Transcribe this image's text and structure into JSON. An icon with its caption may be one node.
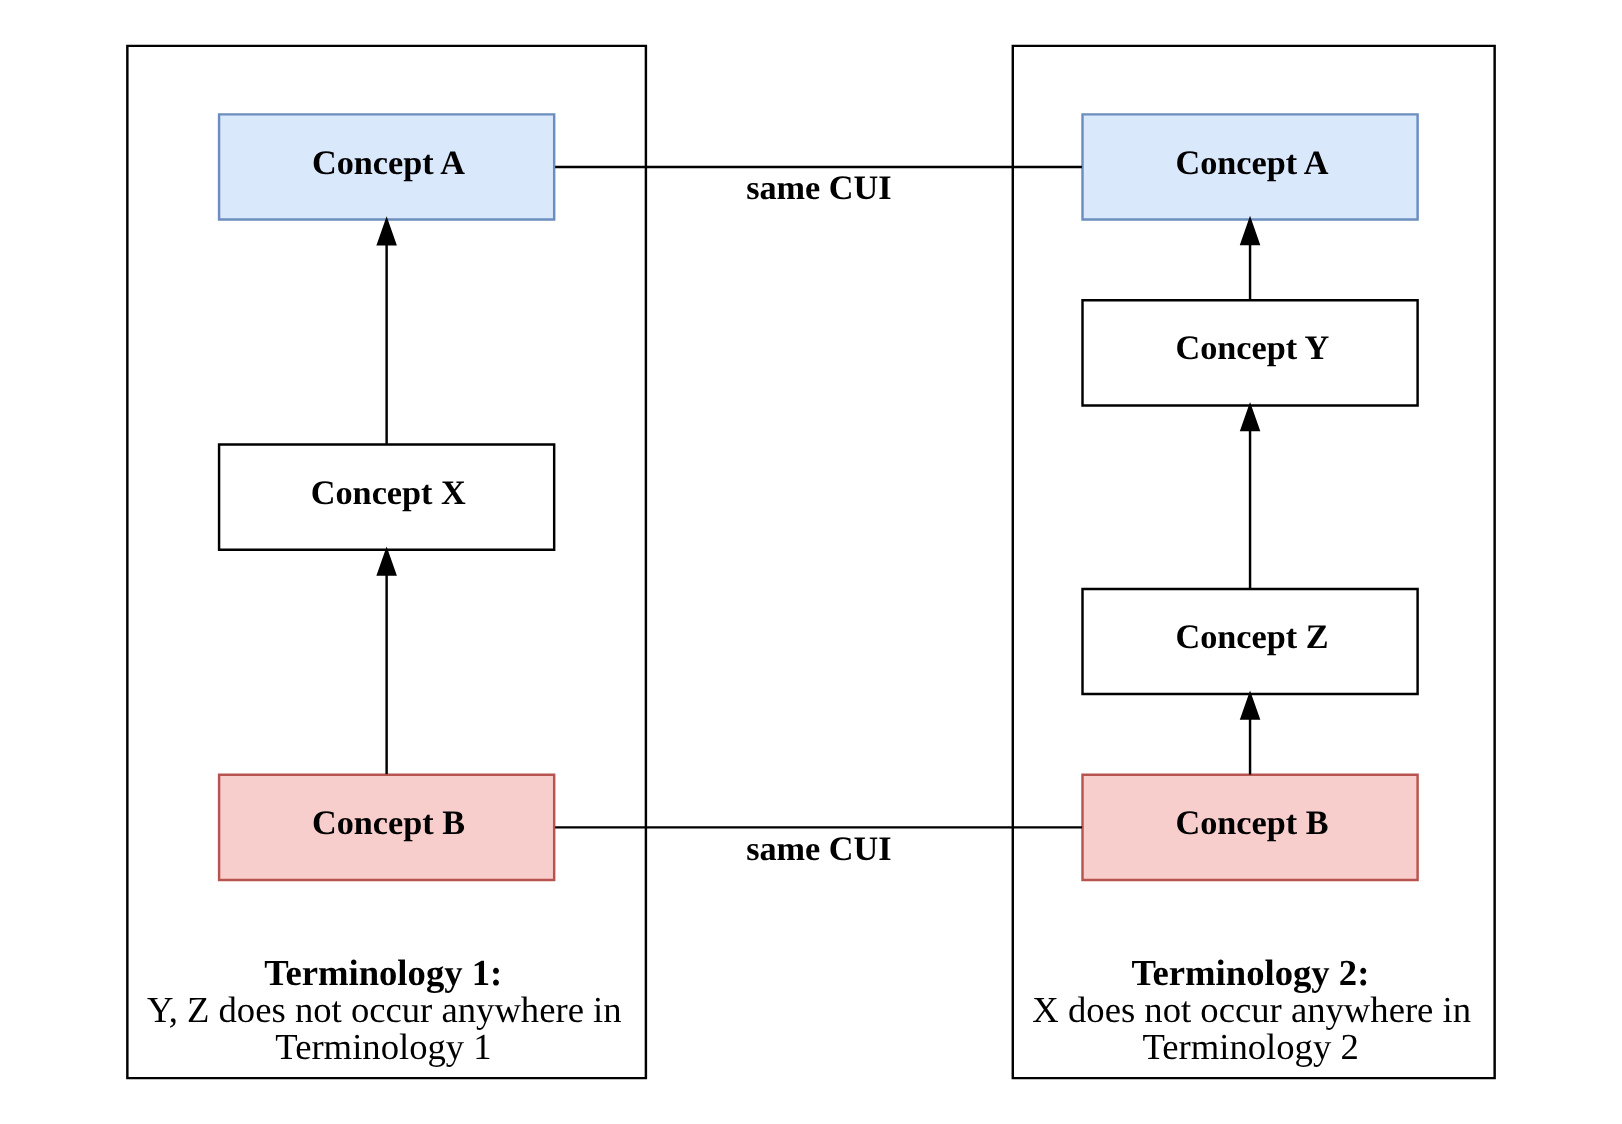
{
  "diagram": {
    "nodes": [
      {
        "text": [
          "Terminology 1:",
          "Y, Z does not occur anywhere in Terminology 1"
        ]
      },
      {
        "text": [
          "Concept A"
        ],
        "in": 0
      },
      {
        "text": [
          "Concept X"
        ],
        "in": 0
      },
      {
        "text": [
          "Concept B"
        ],
        "in": 0
      },
      {
        "text": [
          "Terminology 2:",
          "X does not occur anywhere in Terminology 2"
        ]
      },
      {
        "text": [
          "Concept A"
        ],
        "in": 4
      },
      {
        "text": [
          "Concept Y"
        ],
        "in": 4
      },
      {
        "text": [
          "Concept Z"
        ],
        "in": 4
      },
      {
        "text": [
          "Concept B"
        ],
        "in": 4
      }
    ],
    "edges": [
      {
        "from": 2,
        "to": 1,
        "arrow": "to"
      },
      {
        "from": 3,
        "to": 2,
        "arrow": "to"
      },
      {
        "from": 1,
        "to": 5,
        "arrow": "none",
        "label": "same CUI"
      },
      {
        "from": 3,
        "to": 8,
        "arrow": "none",
        "label": "same CUI"
      },
      {
        "from": 6,
        "to": 5,
        "arrow": "to"
      },
      {
        "from": 7,
        "to": 6,
        "arrow": "to"
      },
      {
        "from": 8,
        "to": 7,
        "arrow": "to"
      }
    ]
  }
}
